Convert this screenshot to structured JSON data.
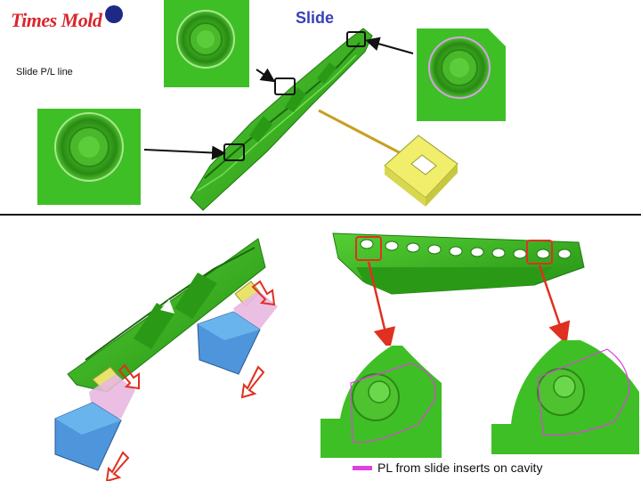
{
  "logo": {
    "text": "Times Mold",
    "colors": {
      "text": "#d9262c",
      "dot": "#1c2a85"
    }
  },
  "title": "Slide",
  "pl_label": "Slide P/L line",
  "legend": {
    "label": "PL from slide inserts on cavity",
    "swatch_color": "#e040e0"
  },
  "colors": {
    "part_green": "#3fbf26",
    "part_dark": "#1f7a10",
    "insert_yellow": "#e6e65a",
    "block_blue": "#4a8fd6",
    "arrow_red": "#e03020",
    "pl_magenta": "#e040e0"
  }
}
